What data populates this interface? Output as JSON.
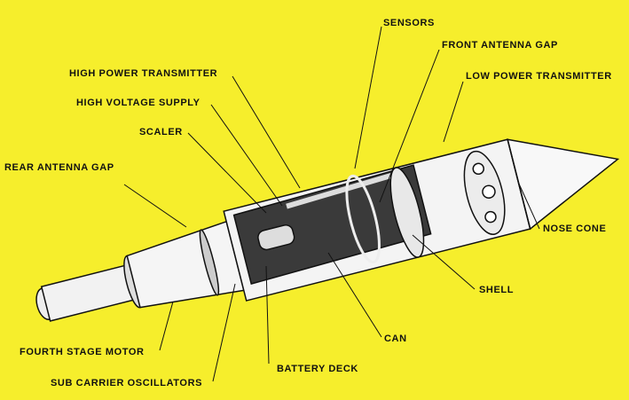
{
  "background_color": "#f6ee2c",
  "labels": {
    "sensors": "SENSORS",
    "front_antenna_gap": "FRONT ANTENNA GAP",
    "high_power_transmitter": "HIGH POWER TRANSMITTER",
    "low_power_transmitter": "LOW POWER TRANSMITTER",
    "high_voltage_supply": "HIGH VOLTAGE SUPPLY",
    "scaler": "SCALER",
    "rear_antenna_gap": "REAR ANTENNA GAP",
    "nose_cone": "NOSE CONE",
    "shell": "SHELL",
    "can": "CAN",
    "fourth_stage_motor": "FOURTH STAGE MOTOR",
    "battery_deck": "BATTERY DECK",
    "sub_carrier_oscillators": "SUB CARRIER OSCILLATORS"
  }
}
